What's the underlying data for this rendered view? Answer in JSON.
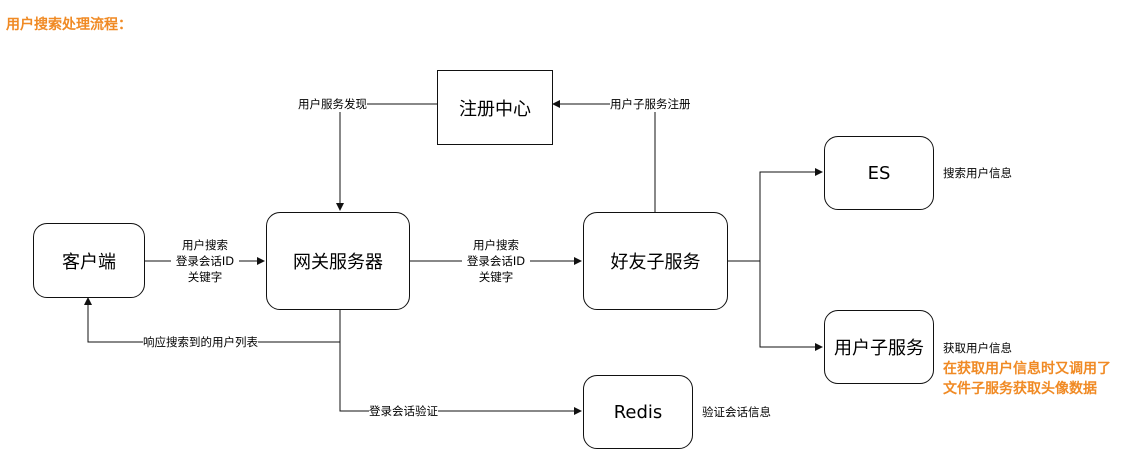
{
  "title": "用户搜索处理流程：",
  "nodes": {
    "registry": "注册中心",
    "client": "客户端",
    "gateway": "网关服务器",
    "friend": "好友子服务",
    "es": "ES",
    "user": "用户子服务",
    "redis": "Redis"
  },
  "edges": {
    "discovery": "用户服务发现",
    "register": "用户子服务注册",
    "client_gateway": [
      "用户搜索",
      "登录会话ID",
      "关键字"
    ],
    "gateway_friend": [
      "用户搜索",
      "登录会话ID",
      "关键字"
    ],
    "response": "响应搜索到的用户列表",
    "verify": "登录会话验证"
  },
  "side_labels": {
    "es": "搜索用户信息",
    "user": "获取用户信息",
    "redis": "验证会话信息"
  },
  "note": [
    "在获取用户信息时又调用了",
    "文件子服务获取头像数据"
  ],
  "colors": {
    "accent": "#f08a24",
    "line": "#111111"
  }
}
